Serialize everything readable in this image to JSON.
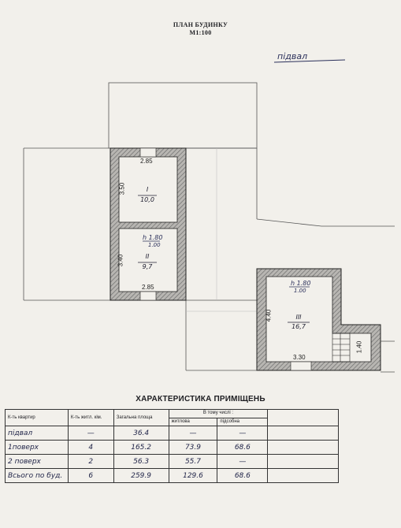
{
  "header": {
    "title": "ПЛАН БУДИНКУ",
    "scale": "М1:100",
    "level_label": "підвал"
  },
  "rooms": [
    {
      "roman": "I",
      "area": "10,0"
    },
    {
      "roman": "II",
      "area": "9,7"
    },
    {
      "roman": "III",
      "area": "16,7"
    }
  ],
  "dimensions": {
    "r1_width": "2.85",
    "r1_height": "3.50",
    "r2_width": "2.85",
    "r2_height": "3.40",
    "r3_height": "4.40",
    "r3_width": "3.30",
    "r3_stair": "1.40"
  },
  "heights": [
    {
      "num": "1.80",
      "den": "1.00"
    },
    {
      "num": "1.80",
      "den": "1.00"
    }
  ],
  "characteristics": {
    "title": "ХАРАКТЕРИСТИКА ПРИМІЩЕНЬ",
    "headers": {
      "apartments": "К-ть квартир",
      "rooms": "К-ть житл. кім.",
      "total": "Загальна площа",
      "incl": "В тому числі :",
      "living": "житлова",
      "aux": "підсобна"
    },
    "rows": [
      {
        "label": "підвал",
        "rooms": "—",
        "total": "36.4",
        "living": "—",
        "aux": "—"
      },
      {
        "label": "1поверх",
        "rooms": "4",
        "total": "165.2",
        "living": "73.9",
        "aux": "68.6"
      },
      {
        "label": "2 поверх",
        "rooms": "2",
        "total": "56.3",
        "living": "55.7",
        "aux": "—"
      },
      {
        "label": "Всього по буд.",
        "rooms": "6",
        "total": "259.9",
        "living": "129.6",
        "aux": "68.6"
      }
    ]
  },
  "colors": {
    "paper": "#f2f0eb",
    "ink": "#1e1e22",
    "pen": "#2a2f5a",
    "wall_hatch": "#8a8a8a"
  }
}
